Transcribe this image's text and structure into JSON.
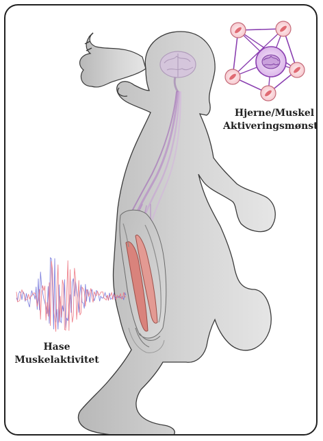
{
  "labels": {
    "brain_muscle_line1": "Hjerne/Muskel",
    "brain_muscle_line2": "Aktiveringsmønstre",
    "hamstring_line1": "Hase",
    "hamstring_line2": "Muskelaktivitet"
  },
  "colors": {
    "border": "#1f1f1f",
    "silhouette_fill": "#c6c6c6",
    "silhouette_stroke": "#3a3a3a",
    "nerve": "#b07ac4",
    "network": "#8a3fb0",
    "muscle_red": "#d9837c",
    "emg_red": "#ec6f7a",
    "emg_blue": "#6c6fd8"
  },
  "icons": {
    "brain_network": "brain-network-icon",
    "brain_in_head": "brain-icon",
    "emg_signal": "emg-signal-icon"
  }
}
